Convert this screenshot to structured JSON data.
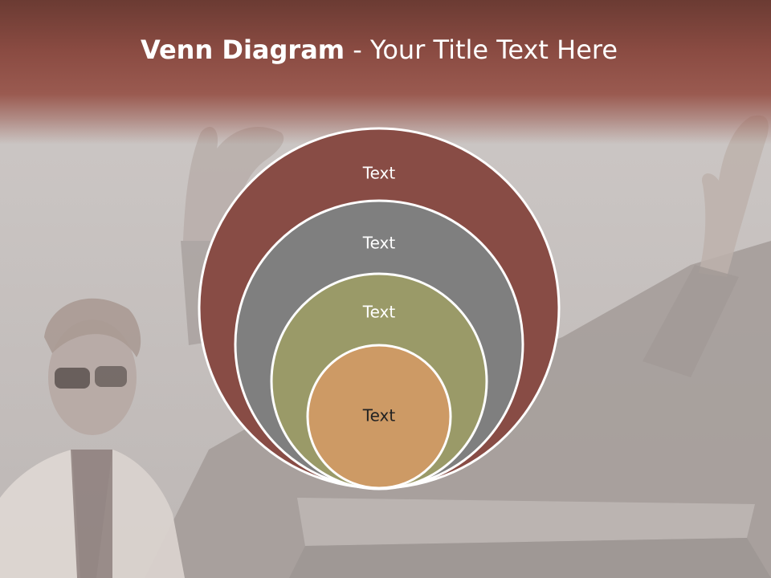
{
  "slide": {
    "title_bold": "Venn Diagram",
    "title_rest": " - Your Title Text Here"
  },
  "venn": {
    "rings": [
      {
        "label": "Text",
        "fill": "#884c45"
      },
      {
        "label": "Text",
        "fill": "#7f7f7f"
      },
      {
        "label": "Text",
        "fill": "#9a9a68"
      },
      {
        "label": "Text",
        "fill": "#cd9a65"
      }
    ],
    "outline_color": "#ffffff",
    "label_color_light": "#ffffff",
    "label_color_dark": "#222222"
  },
  "colors": {
    "title_band": "#8a4b42",
    "background": "#c8c4c2"
  }
}
